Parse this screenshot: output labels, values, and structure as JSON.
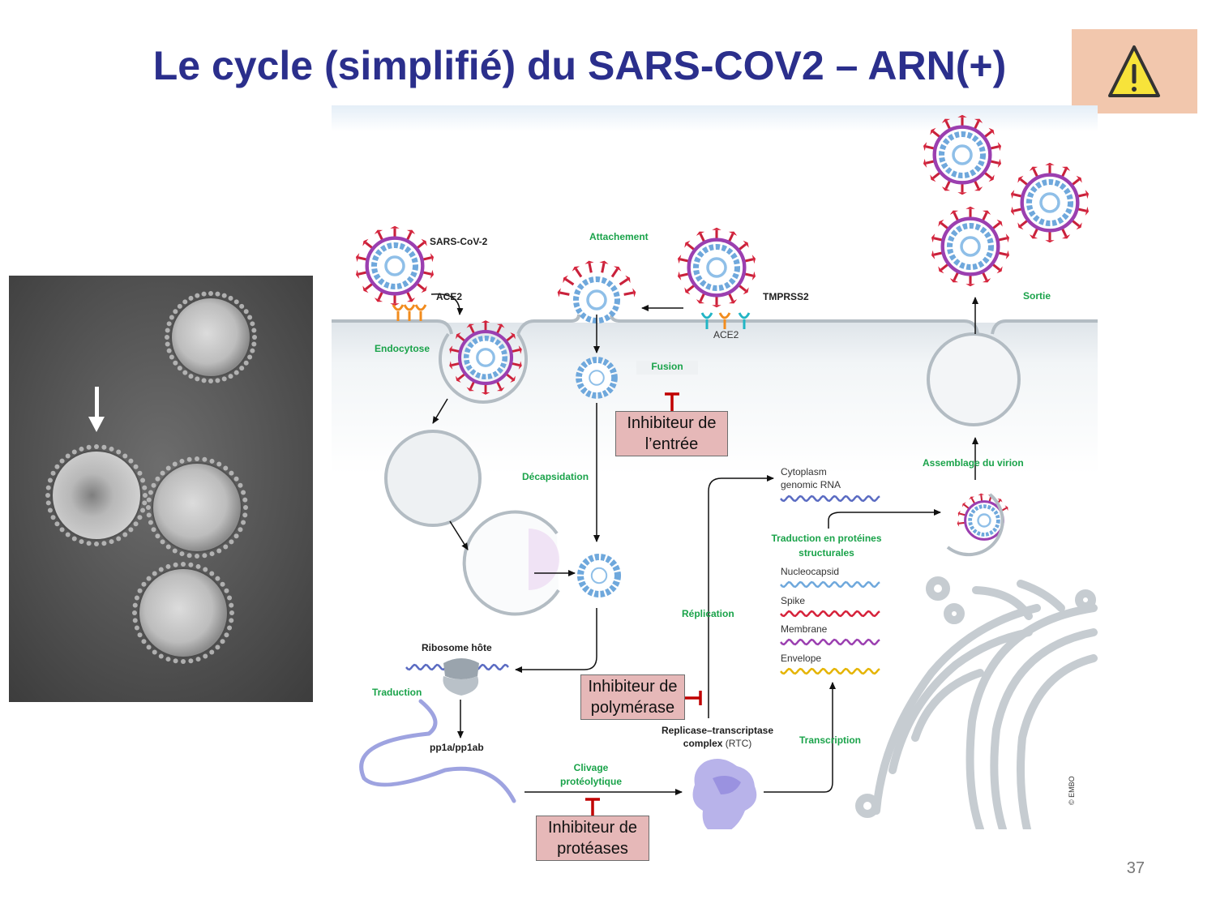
{
  "title": "Le cycle (simplifié) du SARS-COV2 – ARN(+)",
  "page_number": "37",
  "colors": {
    "title": "#2b2f8c",
    "step_label": "#1aa34a",
    "inhibitor_box": "#e6b8b8",
    "warning_box": "#f2c7ad",
    "inhibit_mark": "#c00000"
  },
  "icons": {
    "warning": "warning-triangle-icon",
    "arrow": "white-arrow-icon"
  },
  "labels": {
    "virus": "SARS-CoV-2",
    "ace2_left": "ACE2",
    "ace2_right": "ACE2",
    "tmprss2": "TMPRSS2",
    "attachement": "Attachement",
    "endocytose": "Endocytose",
    "fusion": "Fusion",
    "decapsidation": "Décapsidation",
    "sortie": "Sortie",
    "assemblage": "Assemblage du virion",
    "cytoplasm": "Cytoplasm",
    "genomic_rna": "genomic RNA",
    "traduction_structurales_1": "Traduction en protéines",
    "traduction_structurales_2": "structurales",
    "nucleocapsid": "Nucleocapsid",
    "spike": "Spike",
    "membrane": "Membrane",
    "envelope": "Envelope",
    "replication": "Réplication",
    "ribosome": "Ribosome hôte",
    "traduction": "Traduction",
    "pp1a": "pp1a/pp1ab",
    "clivage_1": "Clivage",
    "clivage_2": "protéolytique",
    "rtc_1": "Replicase–transcriptase",
    "rtc_2a": "complex",
    "rtc_2b": " (RTC)",
    "transcription": "Transcription",
    "embo": "© EMBO"
  },
  "inhibitors": {
    "entree_1": "Inhibiteur de",
    "entree_2": "l’entrée",
    "polymerase_1": "Inhibiteur de",
    "polymerase_2": "polymérase",
    "proteases_1": "Inhibiteur de",
    "proteases_2": "protéases"
  }
}
